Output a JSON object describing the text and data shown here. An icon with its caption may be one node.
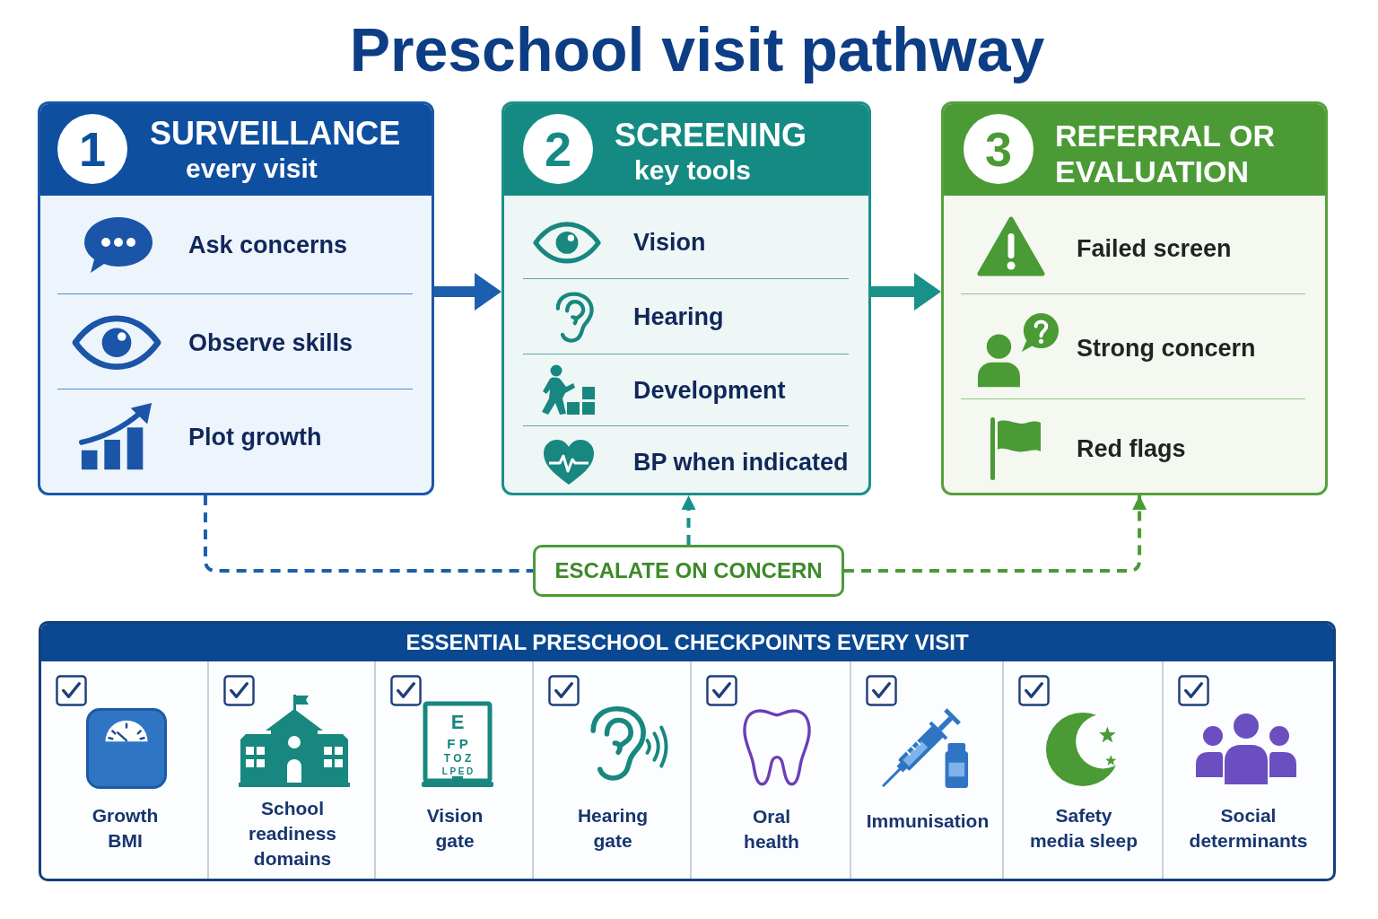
{
  "diagram": {
    "title": "Preschool visit pathway",
    "nodes": [
      {
        "text": [
          "SURVEILLANCE",
          "every visit",
          "Ask concerns",
          "Observe skills",
          "Plot growth"
        ]
      },
      {
        "text": [
          "1"
        ],
        "in": 0
      },
      {
        "text": [
          "SCREENING",
          "key tools",
          "Vision",
          "Hearing",
          "Development",
          "BP when indicated"
        ]
      },
      {
        "text": [
          "2"
        ],
        "in": 2
      },
      {
        "text": [
          "REFERRAL OR EVALUATION",
          "Failed screen",
          "Strong concern",
          "Red flags"
        ]
      },
      {
        "text": [
          "3"
        ],
        "in": 4
      },
      {
        "text": [
          "ESCALATE ON CONCERN"
        ]
      },
      {
        "text": [
          "ESSENTIAL PRESCHOOL CHECKPOINTS EVERY VISIT"
        ]
      },
      {
        "text": [
          "Growth BMI"
        ],
        "in": 7
      },
      {
        "text": [
          "School readiness domains"
        ],
        "in": 7
      },
      {
        "text": [
          "Vision gate"
        ],
        "in": 7
      },
      {
        "text": [
          "Hearing gate"
        ],
        "in": 7
      },
      {
        "text": [
          "Oral health"
        ],
        "in": 7
      },
      {
        "text": [
          "Immunisation"
        ],
        "in": 7
      },
      {
        "text": [
          "Safety media sleep"
        ],
        "in": 7
      },
      {
        "text": [
          "Social determinants"
        ],
        "in": 7
      }
    ],
    "edges": [
      {
        "from": 0,
        "to": 2,
        "arrow": "to",
        "style": "thick",
        "color": "#1b5fae"
      },
      {
        "from": 2,
        "to": 4,
        "arrow": "to",
        "style": "thick",
        "color": "#17918a"
      },
      {
        "from": 0,
        "to": 6,
        "arrow": "none",
        "style": "dashed",
        "color": "#1b5fae"
      },
      {
        "from": 6,
        "to": 2,
        "arrow": "to",
        "style": "dashed",
        "color": "#17918a"
      },
      {
        "from": 6,
        "to": 4,
        "arrow": "to",
        "style": "dashed",
        "color": "#4a9a36"
      }
    ],
    "labels": [
      "E",
      "F P",
      "T O Z",
      "L P E D"
    ]
  }
}
